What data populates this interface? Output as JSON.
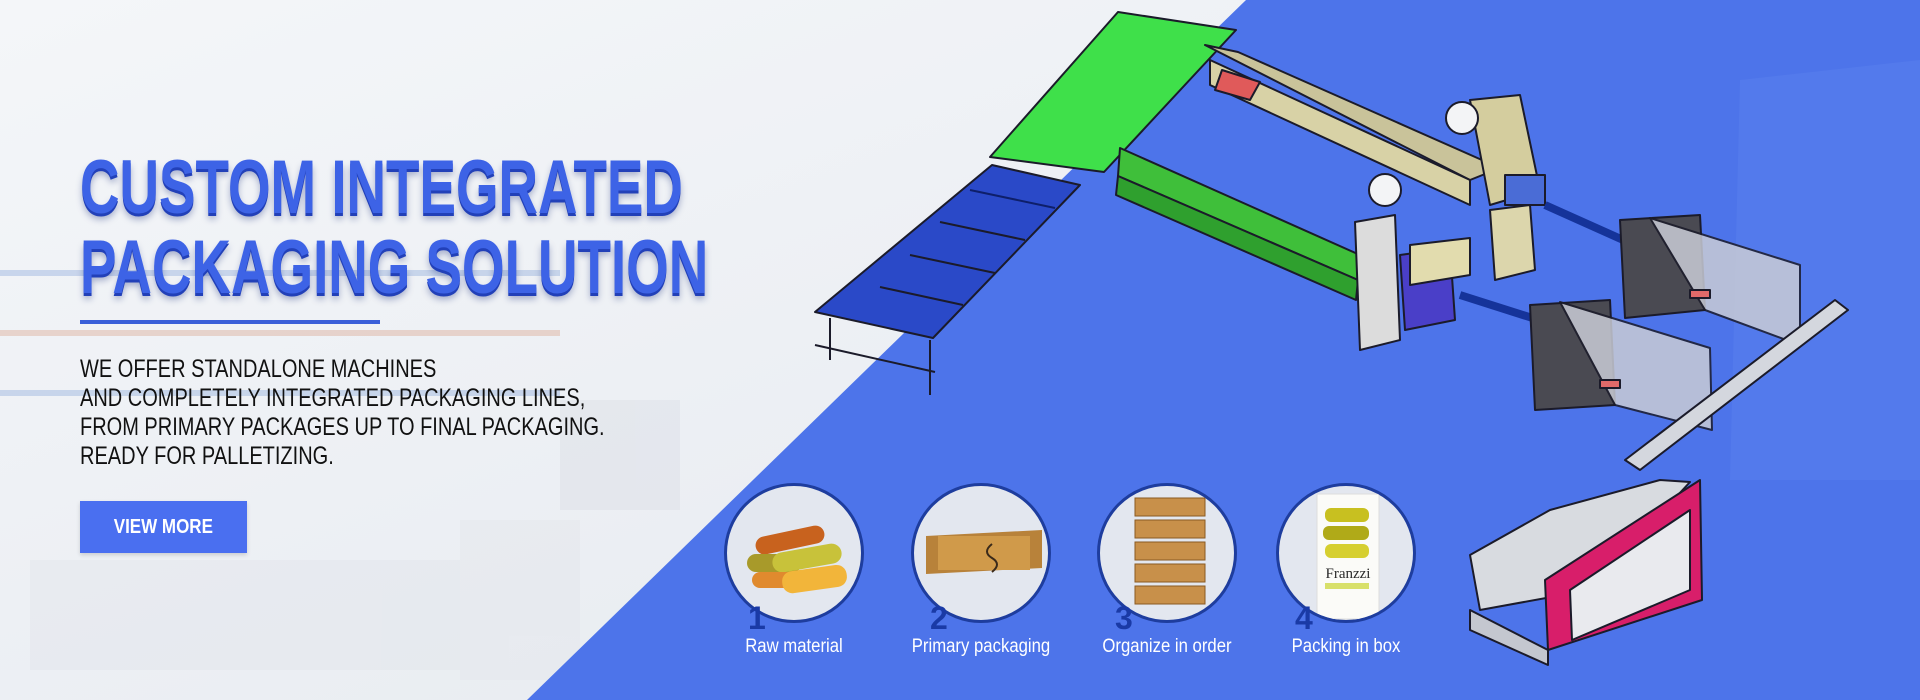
{
  "hero": {
    "title_line1": "CUSTOM INTEGRATED",
    "title_line2": "PACKAGING SOLUTION",
    "description": [
      "WE OFFER STANDALONE MACHINES",
      "AND COMPLETELY INTEGRATED PACKAGING LINES,",
      "FROM PRIMARY PACKAGES UP TO FINAL PACKAGING.",
      "READY FOR PALLETIZING."
    ],
    "button_label": "VIEW MORE"
  },
  "steps": [
    {
      "number": "1",
      "label": "Raw material",
      "icon": "biscuits-icon"
    },
    {
      "number": "2",
      "label": "Primary packaging",
      "icon": "wrapped-bar-icon"
    },
    {
      "number": "3",
      "label": "Organize in order",
      "icon": "stacked-bars-icon"
    },
    {
      "number": "4",
      "label": "Packing in box",
      "icon": "product-box-icon",
      "box_brand": "Franzzi"
    }
  ],
  "colors": {
    "accent_blue": "#4a6ff0",
    "background_blue": "#4d74ea",
    "title_blue": "#3d63e6",
    "circle_border": "#1e3d9e",
    "conveyor_green": "#3fe04a",
    "cartoner_pink": "#d81e6a"
  }
}
